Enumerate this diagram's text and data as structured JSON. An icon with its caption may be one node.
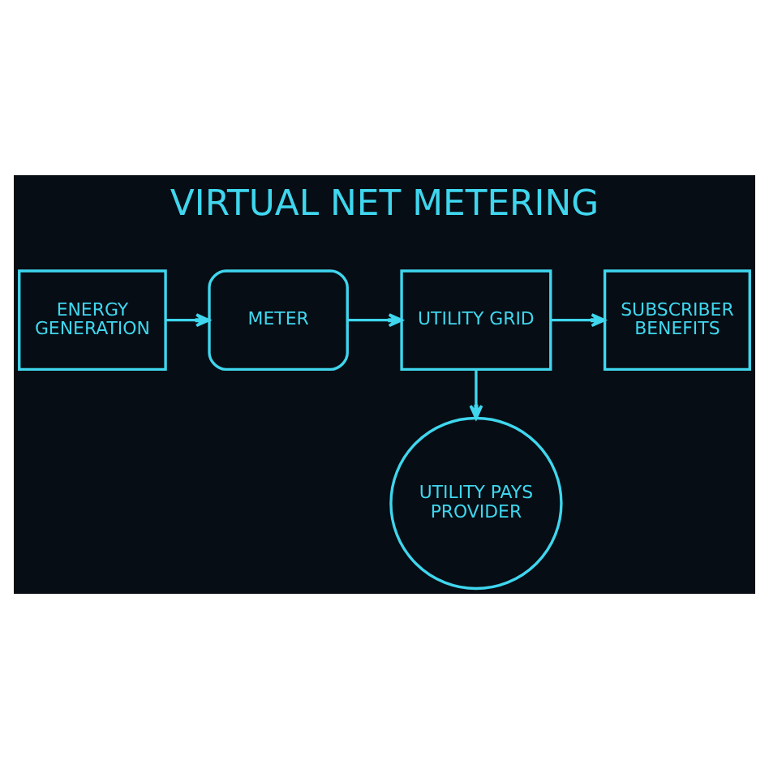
{
  "diagram": {
    "title": "VIRTUAL NET METERING",
    "nodes": [
      {
        "text": [
          "ENERGY GENERATION"
        ]
      },
      {
        "text": [
          "METER"
        ]
      },
      {
        "text": [
          "UTILITY GRID"
        ]
      },
      {
        "text": [
          "SUBSCRIBER BENEFITS"
        ]
      },
      {
        "text": [
          "UTILITY PAYS PROVIDER"
        ]
      }
    ],
    "edges": [
      {
        "from": 0,
        "to": 1,
        "arrow": "to"
      },
      {
        "from": 1,
        "to": 2,
        "arrow": "to"
      },
      {
        "from": 2,
        "to": 3,
        "arrow": "to"
      },
      {
        "from": 2,
        "to": 4,
        "arrow": "to"
      }
    ]
  }
}
